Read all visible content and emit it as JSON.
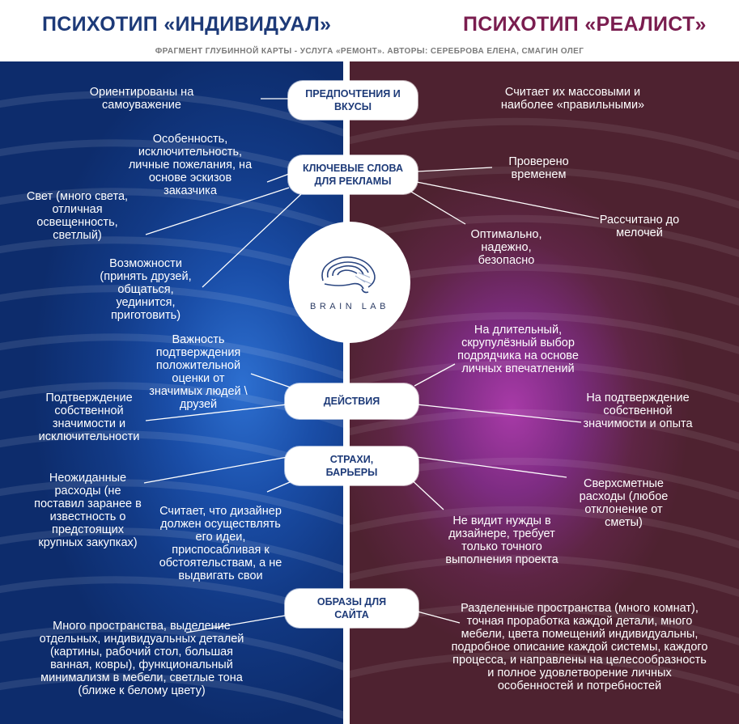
{
  "header": {
    "left_title": "ПСИХОТИП «ИНДИВИДУАЛ»",
    "right_title": "ПСИХОТИП «РЕАЛИСТ»",
    "subtitle": "ФРАГМЕНТ ГЛУБИННОЙ КАРТЫ - УСЛУГА «РЕМОНТ». АВТОРЫ: СЕРЕБРОВА ЕЛЕНА, СМАГИН ОЛЕГ"
  },
  "logo": {
    "label": "BRAIN LAB"
  },
  "categories": [
    "ПРЕДПОЧТЕНИЯ И ВКУСЫ",
    "КЛЮЧЕВЫЕ СЛОВА ДЛЯ РЕКЛАМЫ",
    "ДЕЙСТВИЯ",
    "СТРАХИ, БАРЬЕРЫ",
    "ОБРАЗЫ ДЛЯ САЙТА"
  ],
  "left_texts": [
    "Ориентированы на самоуважение",
    "Особенность, исключительность, личные пожелания, на основе эскизов заказчика",
    "Свет (много света, отличная освещенность, светлый)",
    "Возможности (принять друзей, общаться, уединится, приготовить)",
    "Важность подтверждения положительной оценки от значимых людей \\ друзей",
    "Подтверждение собственной значимости и исключительности",
    "Неожиданные расходы (не поставил заранее в известность о предстоящих крупных закупках)",
    "Считает, что дизайнер должен осуществлять его идеи, приспосабливая к обстоятельствам, а не выдвигать свои",
    "Много пространства, выделение отдельных, индивидуальных деталей (картины, рабочий стол, большая ванная, ковры), функциональный минимализм в мебели, светлые тона (ближе к белому цвету)"
  ],
  "right_texts": [
    "Считает их массовыми и наиболее «правильными»",
    "Проверено временем",
    "Рассчитано до мелочей",
    "Оптимально, надежно, безопасно",
    "На длительный, скрупулёзный выбор подрядчика на основе личных впечатлений",
    "На подтверждение собственной значимости и опыта",
    "Сверхсметные расходы (любое отклонение от сметы)",
    "Не видит нужды в дизайнере, требует только точного выполнения проекта",
    "Разделенные пространства (много комнат), точная проработка каждой детали, много мебели, цвета помещений индивидуальны, подробное описание каждой системы, каждого процесса, и направлены на целесообразность и полное удовлетворение личных особенностей и потребностей"
  ],
  "colors": {
    "left_title": "#1d3a78",
    "right_title": "#7a1d4f",
    "left_bg": "#123a86",
    "right_bg": "#5e2544"
  }
}
